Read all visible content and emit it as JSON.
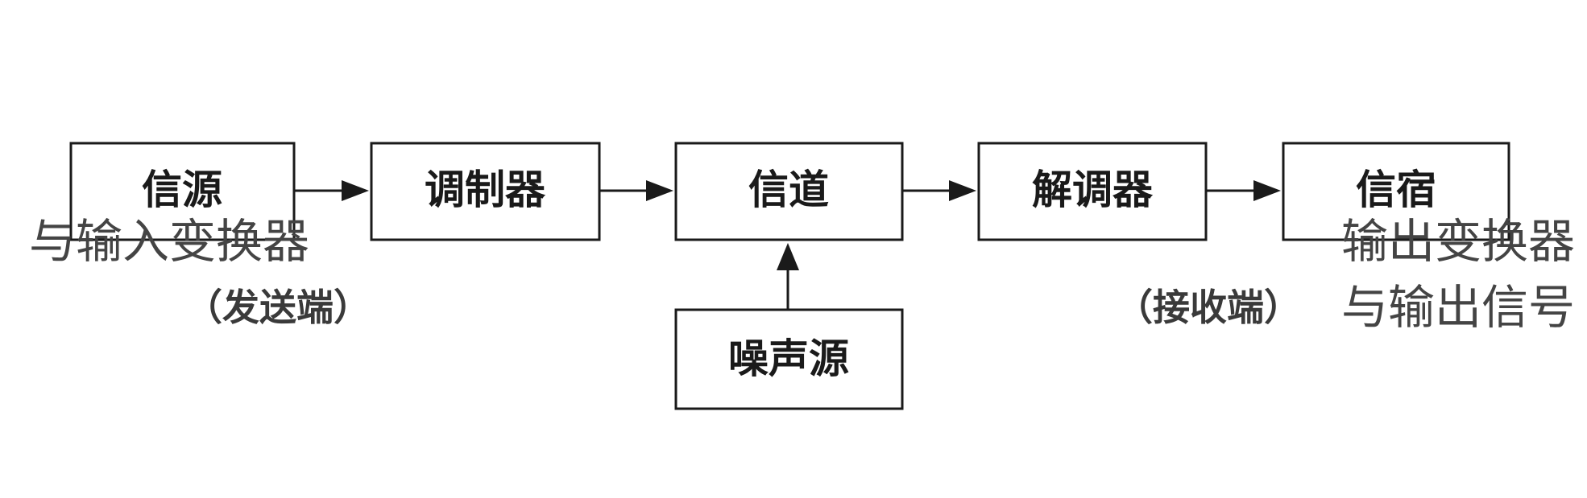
{
  "blocks": {
    "source": "信源",
    "modulator": "调制器",
    "channel": "信道",
    "demodulator": "解调器",
    "sink": "信宿",
    "noise": "噪声源"
  },
  "captions": {
    "transmitter": "（发送端）",
    "receiver": "（接收端）"
  },
  "overlay_text": {
    "left": "与输入变换器",
    "right_line1": "输出变换器",
    "right_line2": "与输出信号"
  }
}
